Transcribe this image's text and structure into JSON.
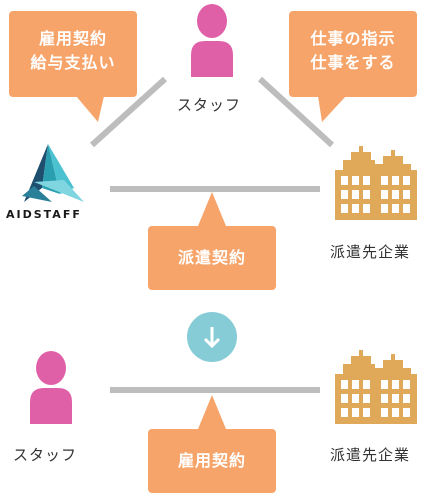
{
  "top": {
    "bubble_left": [
      "雇用契約",
      "給与支払い"
    ],
    "bubble_right": [
      "仕事の指示",
      "仕事をする"
    ],
    "staff_label": "スタッフ",
    "company_label": "派遣先企業",
    "contract_label": "派遣契約",
    "logo_text": "AIDSTAFF"
  },
  "bottom": {
    "staff_label": "スタッフ",
    "company_label": "派遣先企業",
    "contract_label": "雇用契約"
  },
  "arrow_icon": "down-arrow-icon",
  "colors": {
    "bubble": "#f6a46a",
    "person": "#e060a8",
    "building": "#e0a95a",
    "line": "#bdbdbd",
    "arrow_circle": "#86ccd6",
    "logo_teal": "#2a9fb0"
  }
}
